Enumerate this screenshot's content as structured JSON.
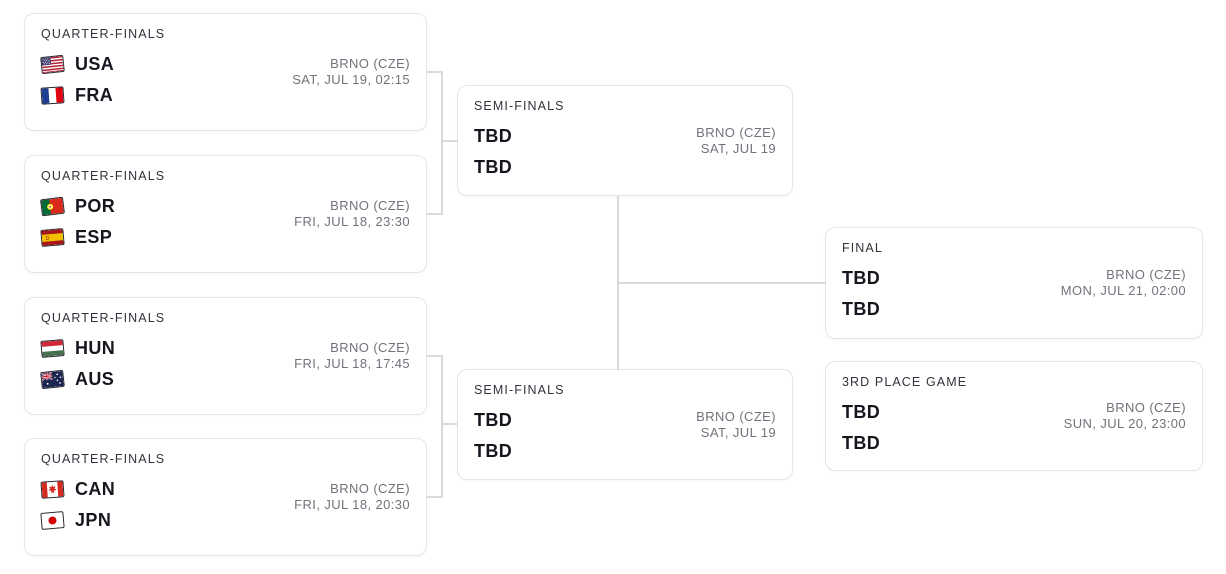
{
  "colors": {
    "page_background": "#ffffff",
    "card_background": "#ffffff",
    "card_border": "#e5e5ea",
    "connector_line": "#d9dade",
    "round_label_text": "#32333c",
    "team_name_text": "#16161f",
    "meta_text": "#71737c"
  },
  "bracket": {
    "matches": [
      {
        "round": "QUARTER-FINALS",
        "teams": [
          {
            "name": "USA",
            "flag_icon": "usa-flag-icon"
          },
          {
            "name": "FRA",
            "flag_icon": "france-flag-icon"
          }
        ],
        "venue": "BRNO (CZE)",
        "datetime": "SAT, JUL 19, 02:15"
      },
      {
        "round": "QUARTER-FINALS",
        "teams": [
          {
            "name": "POR",
            "flag_icon": "portugal-flag-icon"
          },
          {
            "name": "ESP",
            "flag_icon": "spain-flag-icon"
          }
        ],
        "venue": "BRNO (CZE)",
        "datetime": "FRI, JUL 18, 23:30"
      },
      {
        "round": "QUARTER-FINALS",
        "teams": [
          {
            "name": "HUN",
            "flag_icon": "hungary-flag-icon"
          },
          {
            "name": "AUS",
            "flag_icon": "australia-flag-icon"
          }
        ],
        "venue": "BRNO (CZE)",
        "datetime": "FRI, JUL 18, 17:45"
      },
      {
        "round": "QUARTER-FINALS",
        "teams": [
          {
            "name": "CAN",
            "flag_icon": "canada-flag-icon"
          },
          {
            "name": "JPN",
            "flag_icon": "japan-flag-icon"
          }
        ],
        "venue": "BRNO (CZE)",
        "datetime": "FRI, JUL 18, 20:30"
      },
      {
        "round": "SEMI-FINALS",
        "teams": [
          {
            "name": "TBD"
          },
          {
            "name": "TBD"
          }
        ],
        "venue": "BRNO (CZE)",
        "datetime": "SAT, JUL 19"
      },
      {
        "round": "SEMI-FINALS",
        "teams": [
          {
            "name": "TBD"
          },
          {
            "name": "TBD"
          }
        ],
        "venue": "BRNO (CZE)",
        "datetime": "SAT, JUL 19"
      },
      {
        "round": "FINAL",
        "teams": [
          {
            "name": "TBD"
          },
          {
            "name": "TBD"
          }
        ],
        "venue": "BRNO (CZE)",
        "datetime": "MON, JUL 21, 02:00"
      },
      {
        "round": "3RD PLACE GAME",
        "teams": [
          {
            "name": "TBD"
          },
          {
            "name": "TBD"
          }
        ],
        "venue": "BRNO (CZE)",
        "datetime": "SUN, JUL 20, 23:00"
      }
    ]
  }
}
